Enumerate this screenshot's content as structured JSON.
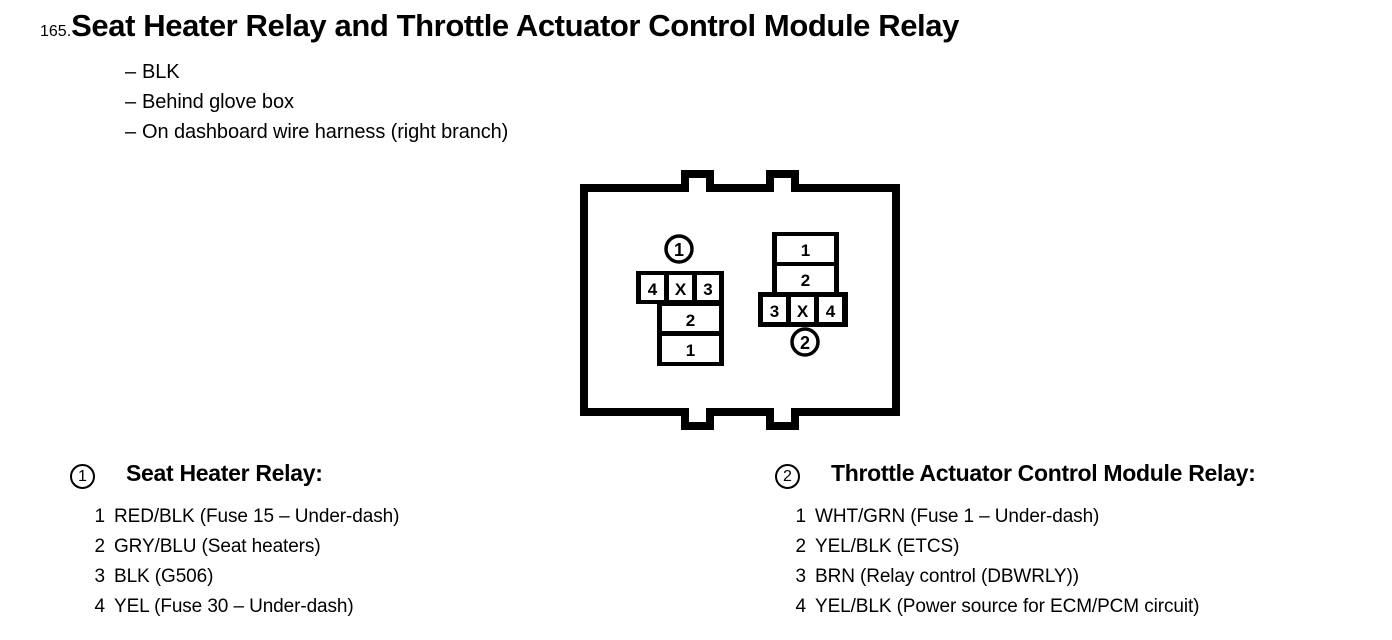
{
  "header": {
    "number": "165.",
    "title": "Seat Heater Relay and Throttle Actuator Control Module Relay",
    "notes": [
      "BLK",
      "Behind glove box",
      "On dashboard wire harness (right branch)"
    ],
    "dash": "–"
  },
  "diagram": {
    "housing_label": "relay-housing",
    "connector_1": {
      "marker": "1",
      "marker_position": "above",
      "top_row": [
        "4",
        "X",
        "3"
      ],
      "stack": [
        "2",
        "1"
      ]
    },
    "connector_2": {
      "marker": "2",
      "marker_position": "below",
      "stack": [
        "1",
        "2"
      ],
      "bottom_row": [
        "3",
        "X",
        "4"
      ]
    }
  },
  "legend": [
    {
      "marker": "1",
      "title": "Seat Heater Relay:",
      "pins": [
        {
          "num": "1",
          "text": "RED/BLK (Fuse 15 – Under-dash)"
        },
        {
          "num": "2",
          "text": "GRY/BLU (Seat heaters)"
        },
        {
          "num": "3",
          "text": "BLK (G506)"
        },
        {
          "num": "4",
          "text": "YEL (Fuse 30 – Under-dash)"
        }
      ]
    },
    {
      "marker": "2",
      "title": "Throttle Actuator Control Module Relay:",
      "pins": [
        {
          "num": "1",
          "text": "WHT/GRN (Fuse 1 – Under-dash)"
        },
        {
          "num": "2",
          "text": "YEL/BLK (ETCS)"
        },
        {
          "num": "3",
          "text": "BRN (Relay control (DBWRLY))"
        },
        {
          "num": "4",
          "text": "YEL/BLK (Power source for ECM/PCM circuit)"
        }
      ]
    }
  ],
  "colors": {
    "ink": "#000000",
    "paper": "#ffffff"
  }
}
